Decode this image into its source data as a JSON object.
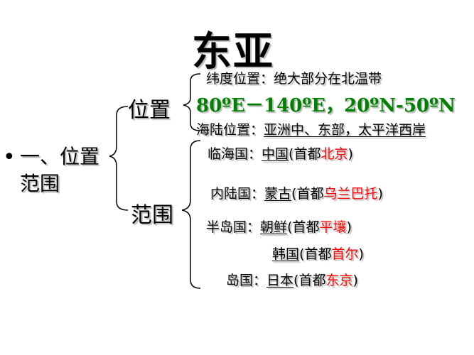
{
  "title": "东亚",
  "bullet": {
    "symbol": "•",
    "text_line1": "一、位置",
    "text_line2": "范围"
  },
  "branch_position": {
    "label": "位置"
  },
  "branch_range": {
    "label": "范围"
  },
  "latitude": {
    "label": "纬度位置：",
    "value": "绝大部分在北温带"
  },
  "coordinates": "80ºE－140ºE，20ºN-50ºN",
  "sea_land": {
    "label": "海陆位置：",
    "value": "亚洲中、东部，太平洋西岸"
  },
  "countries": [
    {
      "category": "临海国：",
      "country": "中国",
      "open": "(",
      "capital_label": "首都",
      "capital": "北京",
      "close": ")"
    },
    {
      "category": "内陆国：",
      "country": "蒙古",
      "open": "(",
      "capital_label": "首都",
      "capital": "乌兰巴托",
      "close": ")"
    },
    {
      "category": "半岛国：",
      "country": "朝鲜",
      "open": "(",
      "capital_label": "首都",
      "capital": "平壤",
      "close": ")"
    },
    {
      "category": "",
      "country": "韩国",
      "open": "(",
      "capital_label": "首都",
      "capital": "首尔",
      "close": ")"
    },
    {
      "category": "岛国：",
      "country": "日本",
      "open": "(",
      "capital_label": "首都",
      "capital": "东京",
      "close": ")"
    }
  ],
  "colors": {
    "coordinates": "#008000",
    "capital": "#ff0000",
    "text": "#000000"
  }
}
